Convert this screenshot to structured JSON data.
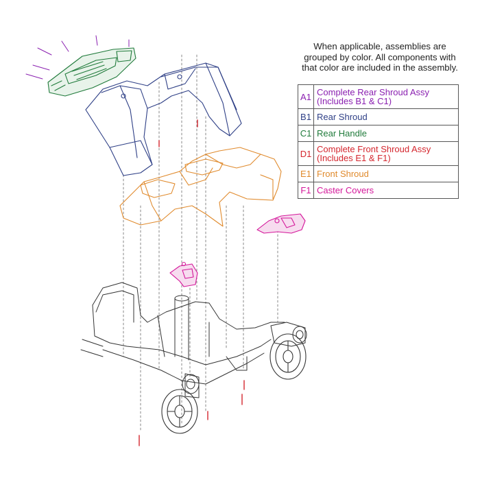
{
  "note": "When applicable, assemblies are grouped by color. All components with that color are included in the assembly.",
  "colors": {
    "A1": "#8a1fb0",
    "B1": "#2e3f86",
    "C1": "#1f7a3a",
    "D1": "#d4262e",
    "E1": "#e08a2c",
    "F1": "#d4169a",
    "frame": "#333333",
    "leader": "#555555"
  },
  "legend": [
    {
      "code": "A1",
      "label": "Complete Rear Shroud Assy (Includes B1 & C1)"
    },
    {
      "code": "B1",
      "label": "Rear Shroud"
    },
    {
      "code": "C1",
      "label": "Rear Handle"
    },
    {
      "code": "D1",
      "label": "Complete Front Shroud Assy (Includes E1 & F1)"
    },
    {
      "code": "E1",
      "label": "Front Shroud"
    },
    {
      "code": "F1",
      "label": "Caster Covers"
    }
  ]
}
